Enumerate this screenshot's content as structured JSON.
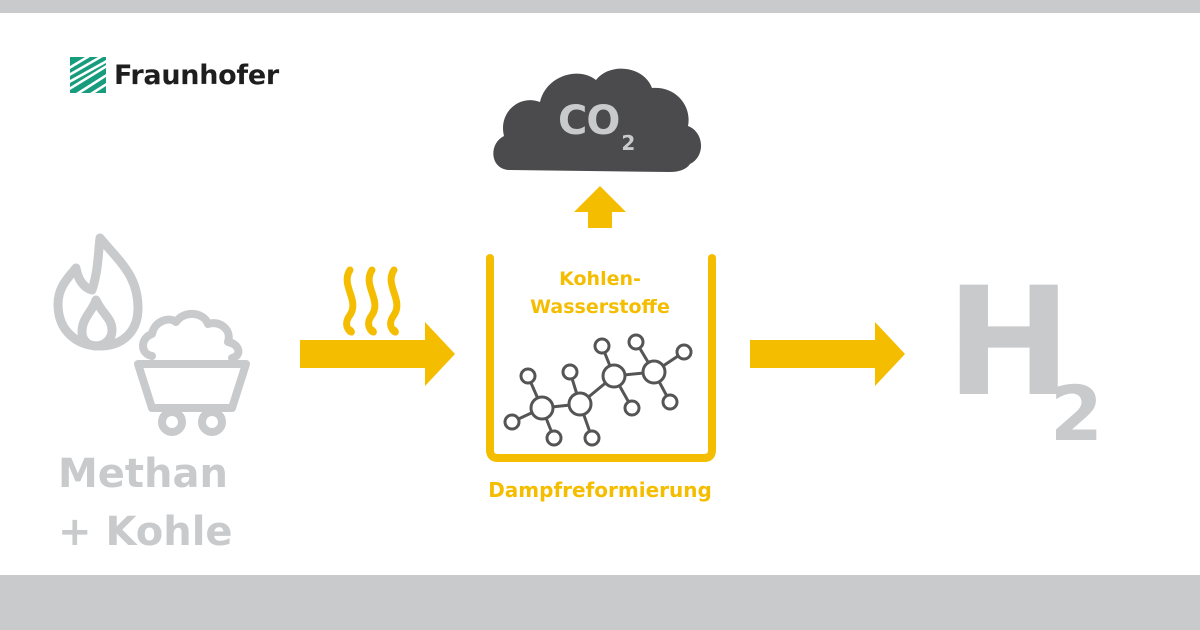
{
  "logo": {
    "name": "Fraunhofer"
  },
  "output_cloud": {
    "formula": "CO",
    "subscript": "2"
  },
  "vessel": {
    "line1": "Kohlen-",
    "line2": "Wasserstoffe"
  },
  "process": {
    "label": "Dampfreformierung"
  },
  "input": {
    "line1": "Methan",
    "line2": "+ Kohle"
  },
  "product": {
    "formula": "H",
    "subscript": "2"
  },
  "colors": {
    "accent": "#f5bd00",
    "grey": "#c8cacc",
    "cloud": "#4b4b4d",
    "molecule": "#555555",
    "logo_green": "#179c7d"
  },
  "icons": [
    "flame-icon",
    "coal-cart-icon",
    "heat-waves-icon",
    "arrow-right-icon",
    "arrow-up-icon",
    "cloud-icon",
    "molecule-icon"
  ]
}
